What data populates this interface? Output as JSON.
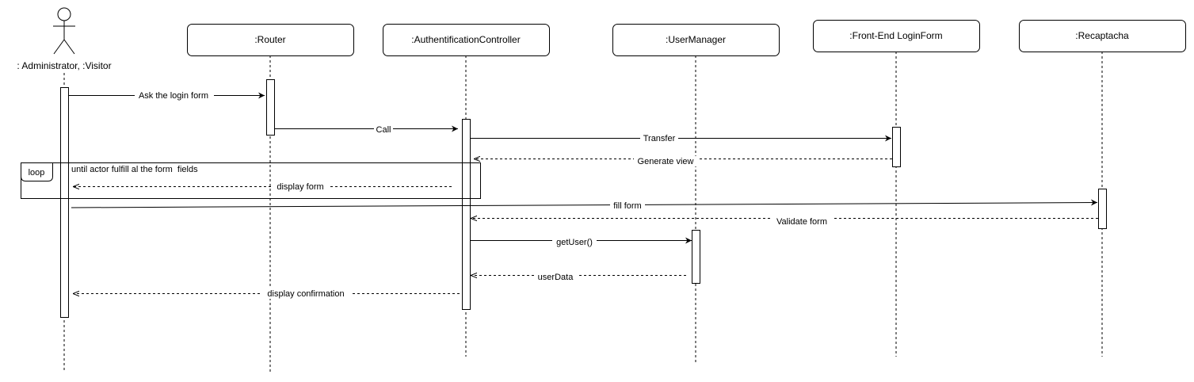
{
  "actor": {
    "label": ": Administrator, :Visitor"
  },
  "participants": [
    {
      "label": ":Router"
    },
    {
      "label": ":AuthentificationController"
    },
    {
      "label": ":UserManager"
    },
    {
      "label": ":Front-End LoginForm"
    },
    {
      "label": ":Recaptacha"
    }
  ],
  "messages": [
    {
      "label": "Ask the login form",
      "kind": "sync"
    },
    {
      "label": "Call",
      "kind": "sync"
    },
    {
      "label": "Transfer",
      "kind": "sync"
    },
    {
      "label": "Generate view",
      "kind": "return"
    },
    {
      "label": "display form",
      "kind": "return"
    },
    {
      "label": "fill form",
      "kind": "sync"
    },
    {
      "label": "Validate form",
      "kind": "return"
    },
    {
      "label": "getUser()",
      "kind": "sync"
    },
    {
      "label": "userData",
      "kind": "return"
    },
    {
      "label": "display confirmation",
      "kind": "return"
    }
  ],
  "fragment": {
    "operator": "loop",
    "guard": "until actor fulfill al the form  fields"
  }
}
